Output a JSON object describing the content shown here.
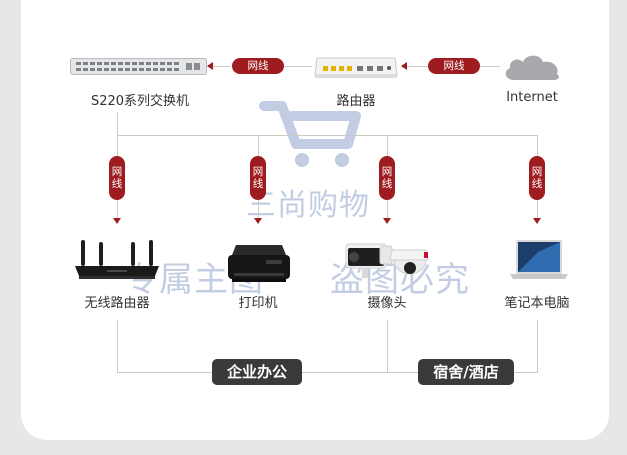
{
  "top_devices": {
    "switch": "S220系列交换机",
    "router": "路由器",
    "internet": "Internet"
  },
  "connector_label": "网线",
  "end_devices": {
    "wireless_router": "无线路由器",
    "printer": "打印机",
    "camera": "摄像头",
    "laptop": "笔记本电脑"
  },
  "scenarios": {
    "office": "企业办公",
    "hotel": "宿舍/酒店"
  },
  "watermark": {
    "line1": "三尚购物",
    "line2_left": "专属主图",
    "line2_right": "盗图必究"
  },
  "colors": {
    "cable_label_bg": "#9e1b1f",
    "scenario_tag_bg": "#3a3a3a",
    "line": "#cfc9c4"
  }
}
